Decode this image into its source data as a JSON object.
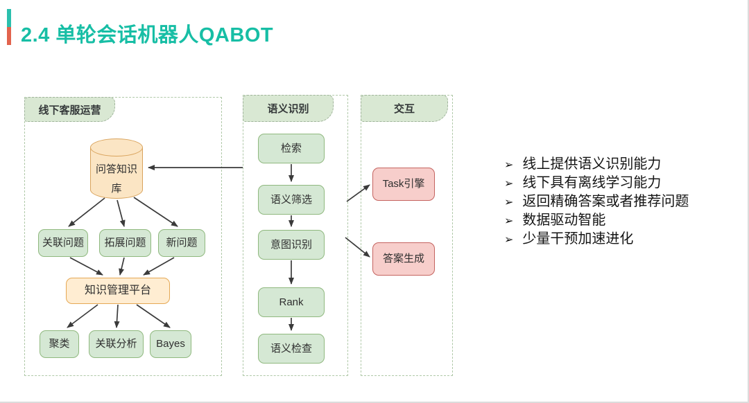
{
  "title": {
    "text": "2.4 单轮会话机器人QABOT"
  },
  "palette": {
    "title_teal": "#17BEA5",
    "accent_bar_top": "#2BBFAD",
    "accent_bar_bottom": "#E2634D",
    "group_tab_fill": "#D9E8D3",
    "green_fill": "#D5E8D4",
    "green_stroke": "#8FB87E",
    "orange_fill": "#FBE5C4",
    "orange_stroke": "#D9A35C",
    "pink_fill": "#F7CECB",
    "pink_stroke": "#C4635F",
    "arrow": "#3A3A3A"
  },
  "diagram": {
    "groups": [
      {
        "label": "线下客服运营"
      },
      {
        "label": "语义识别"
      },
      {
        "label": "交互"
      }
    ],
    "offline": {
      "knowledge_base_lines": [
        "问答知识",
        "库"
      ],
      "question_nodes": [
        "关联问题",
        "拓展问题",
        "新问题"
      ],
      "platform": "知识管理平台",
      "algorithm_nodes": [
        "聚类",
        "关联分析",
        "Bayes"
      ]
    },
    "semantic": {
      "pipeline": [
        "检索",
        "语义筛选",
        "意图识别",
        "Rank",
        "语义检查"
      ]
    },
    "interaction": {
      "nodes": [
        "Task引擎",
        "答案生成"
      ]
    }
  },
  "notes": {
    "bullet_char": "➢",
    "items": [
      "线上提供语义识别能力",
      "线下具有离线学习能力",
      "返回精确答案或者推荐问题",
      "数据驱动智能",
      "少量干预加速进化"
    ]
  }
}
